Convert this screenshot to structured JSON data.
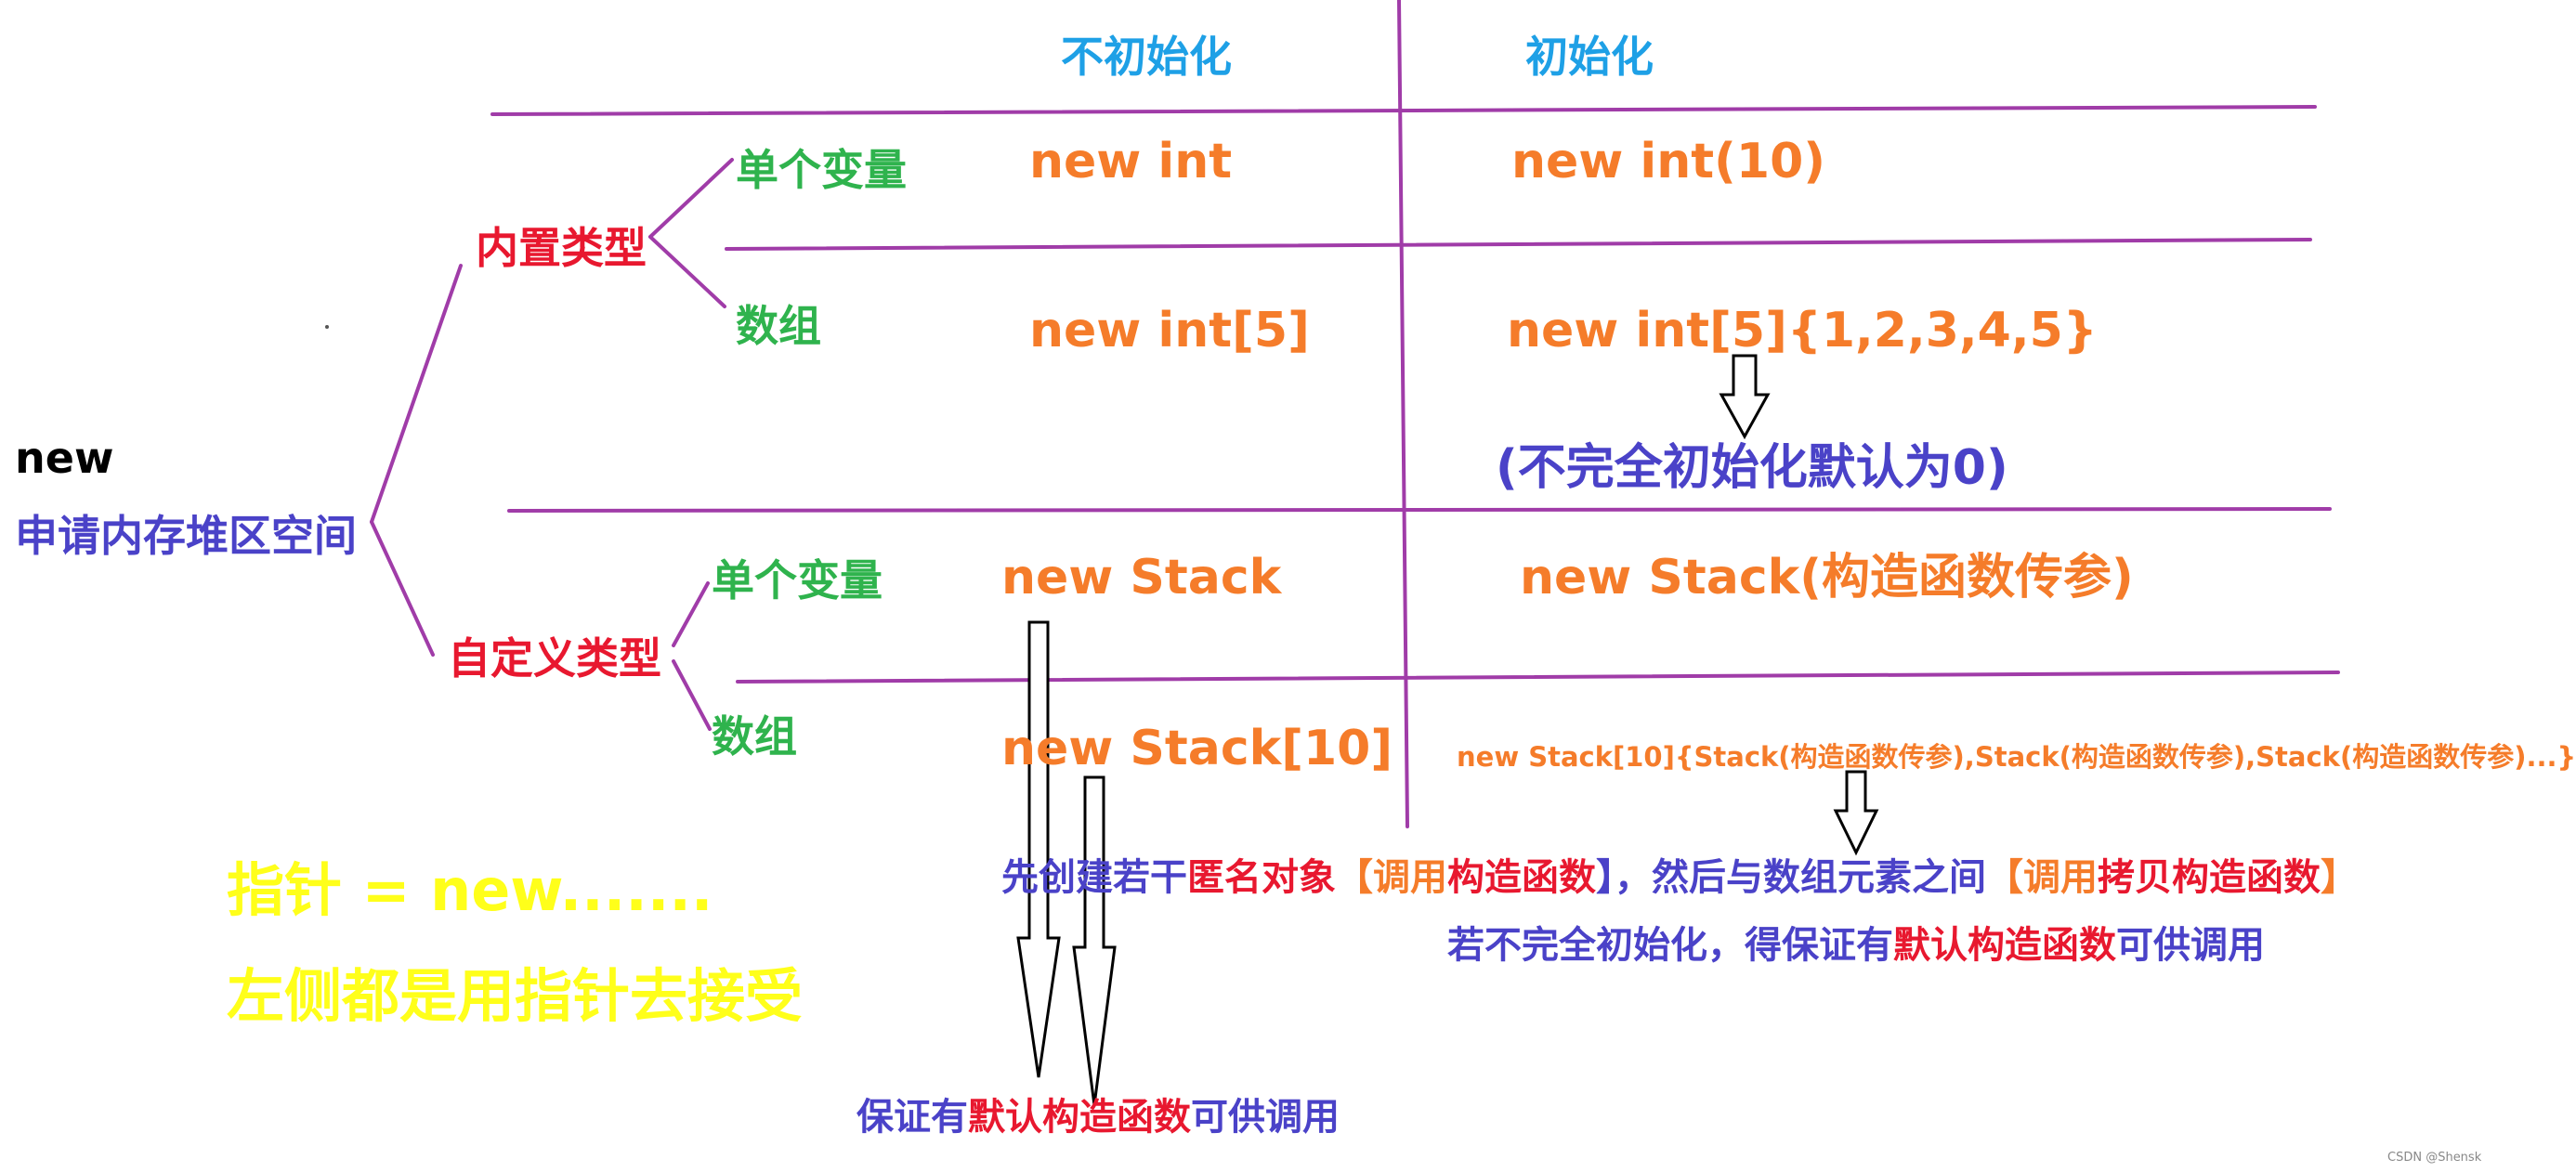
{
  "headers": {
    "uninit": "不初始化",
    "init": "初始化"
  },
  "root": {
    "new_label": "new",
    "desc": "申请内存堆区空间"
  },
  "builtin": {
    "label": "内置类型",
    "single": {
      "label": "单个变量",
      "uninit": "new int",
      "init": "new int(10)"
    },
    "array": {
      "label": "数组",
      "uninit": "new int[5]",
      "init": "new int[5]{1,2,3,4,5}",
      "note": "(不完全初始化默认为0)"
    }
  },
  "custom": {
    "label": "自定义类型",
    "single": {
      "label": "单个变量",
      "uninit": "new Stack",
      "init": "new Stack(构造函数传参)"
    },
    "array": {
      "label": "数组",
      "uninit": "new Stack[10]",
      "init": "new Stack[10]{Stack(构造函数传参),Stack(构造函数传参),Stack(构造函数传参)...}"
    }
  },
  "notes": {
    "line1": [
      "先创建若干",
      "匿名对象",
      "【调用",
      "构造函数",
      "】，然后与数组元素之间",
      "【调用",
      "拷贝构造函数",
      "】"
    ],
    "line2": [
      "若不完全初始化，得保证有",
      "默认构造函数",
      "可供调用"
    ],
    "line3": [
      "保证有",
      "默认",
      "构造函数",
      "可供调用"
    ]
  },
  "pointer": {
    "line1": "指针 = new.......",
    "line2": "左侧都是用指针去接受"
  },
  "watermark": "CSDN @Shensk",
  "colors": {
    "purple_lines": "#a03ca8",
    "header_blue": "#1ea0e6",
    "category_red": "#e8182f",
    "label_green": "#2fb34d",
    "code_orange": "#f57c2a",
    "note_indigo": "#4a42c8",
    "pointer_yellow": "#ffff1a"
  }
}
